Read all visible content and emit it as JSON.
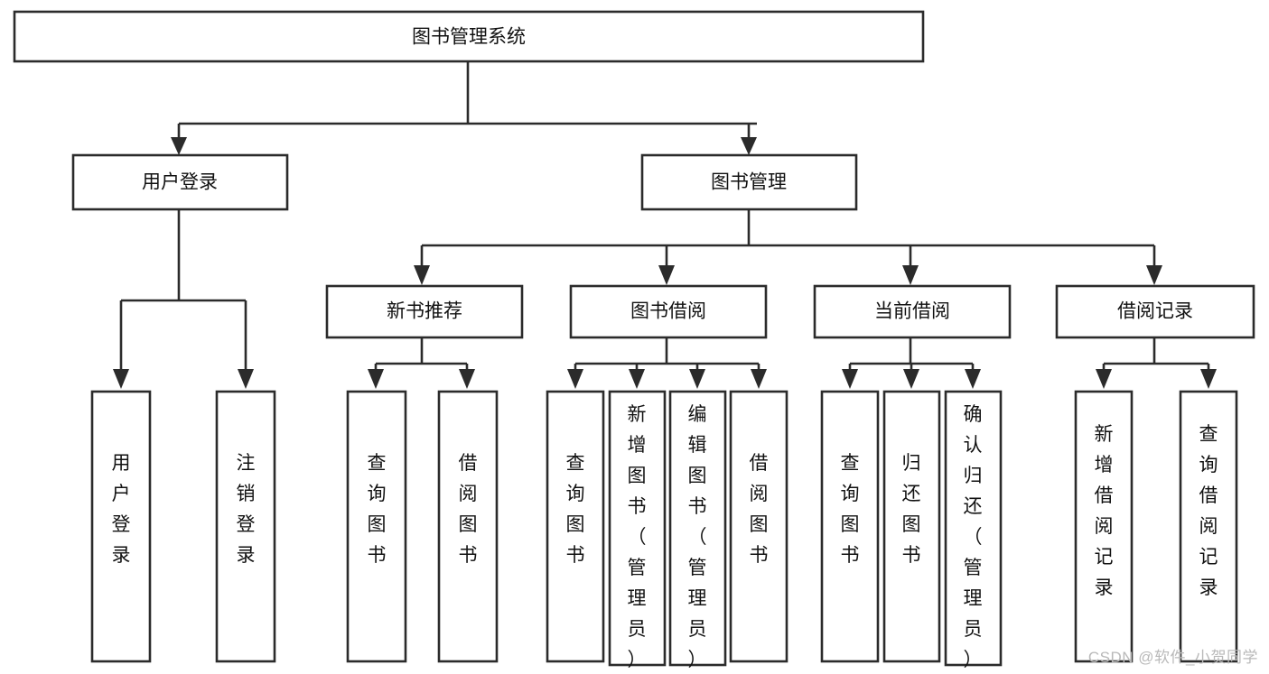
{
  "diagram": {
    "title": "图书管理系统",
    "type": "function-structure-tree",
    "watermark": "CSDN @软件_小贺同学",
    "colors": {
      "stroke": "#2b2b2b",
      "box_fill": "#ffffff",
      "text": "#111111",
      "background": "#ffffff",
      "watermark": "#b9b9b9"
    },
    "levels": {
      "level1_label": "图书管理系统",
      "level2": [
        "用户登录",
        "图书管理"
      ],
      "level3": [
        "新书推荐",
        "图书借阅",
        "当前借阅",
        "借阅记录"
      ]
    },
    "nodes": {
      "root": {
        "label": "图书管理系统"
      },
      "user_login": {
        "label": "用户登录"
      },
      "book_manage": {
        "label": "图书管理"
      },
      "new_book_rec": {
        "label": "新书推荐"
      },
      "book_borrow": {
        "label": "图书借阅"
      },
      "current_borrow": {
        "label": "当前借阅"
      },
      "borrow_record": {
        "label": "借阅记录"
      }
    },
    "leaves": {
      "user_login": [
        "用户登录",
        "注销登录"
      ],
      "new_book_rec": [
        "查询图书",
        "借阅图书"
      ],
      "book_borrow": [
        "查询图书",
        "新增图书（管理员）",
        "编辑图书（管理员）",
        "借阅图书"
      ],
      "current_borrow": [
        "查询图书",
        "归还图书",
        "确认归还（管理员）"
      ],
      "borrow_record": [
        "新增借阅记录",
        "查询借阅记录"
      ]
    }
  }
}
